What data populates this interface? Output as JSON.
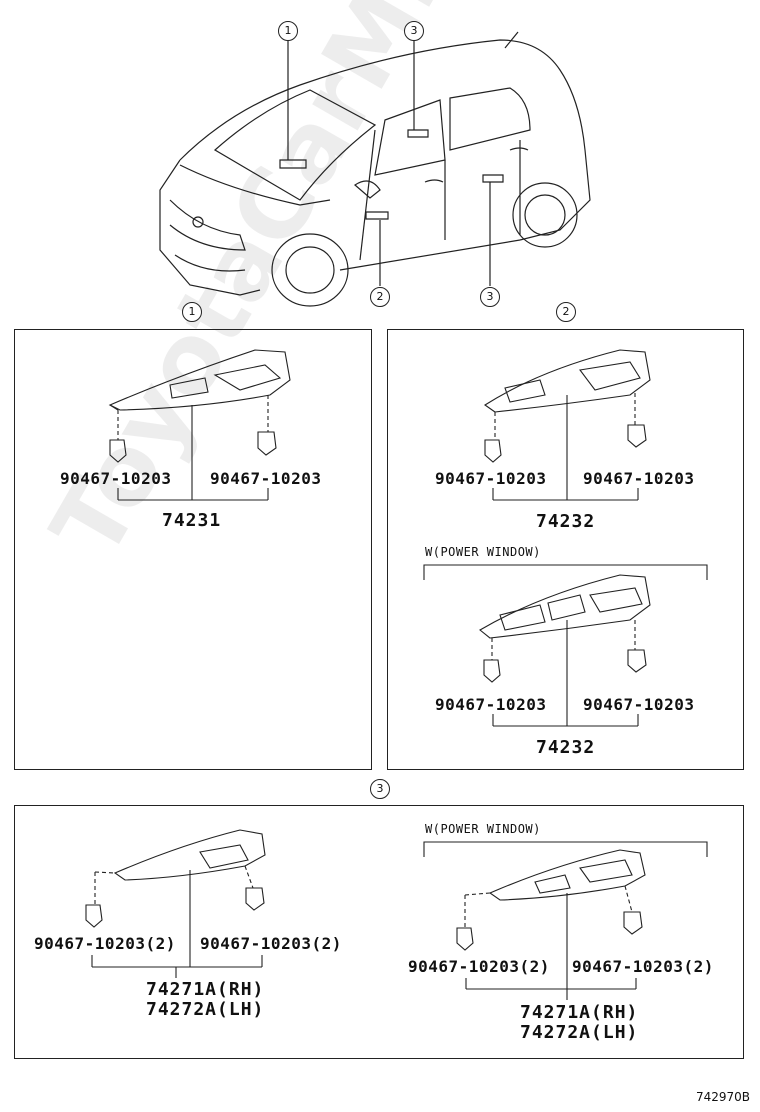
{
  "callouts": {
    "c1": "1",
    "c2": "2",
    "c3": "3"
  },
  "section1": {
    "label": "1",
    "clip_left": "90467-10203",
    "clip_right": "90467-10203",
    "assembly": "74231"
  },
  "section2": {
    "label": "2",
    "upper": {
      "clip_left": "90467-10203",
      "clip_right": "90467-10203",
      "assembly": "74232"
    },
    "lower": {
      "note": "W(POWER WINDOW)",
      "clip_left": "90467-10203",
      "clip_right": "90467-10203",
      "assembly": "74232"
    }
  },
  "section3": {
    "label": "3",
    "left": {
      "clip_left": "90467-10203(2)",
      "clip_right": "90467-10203(2)",
      "assembly_rh": "74271A(RH)",
      "assembly_lh": "74272A(LH)"
    },
    "right": {
      "note": "W(POWER WINDOW)",
      "clip_left": "90467-10203(2)",
      "clip_right": "90467-10203(2)",
      "assembly_rh": "74271A(RH)",
      "assembly_lh": "74272A(LH)"
    }
  },
  "watermark": "ToyotaCarMine.ru",
  "diagram_code": "742970B"
}
